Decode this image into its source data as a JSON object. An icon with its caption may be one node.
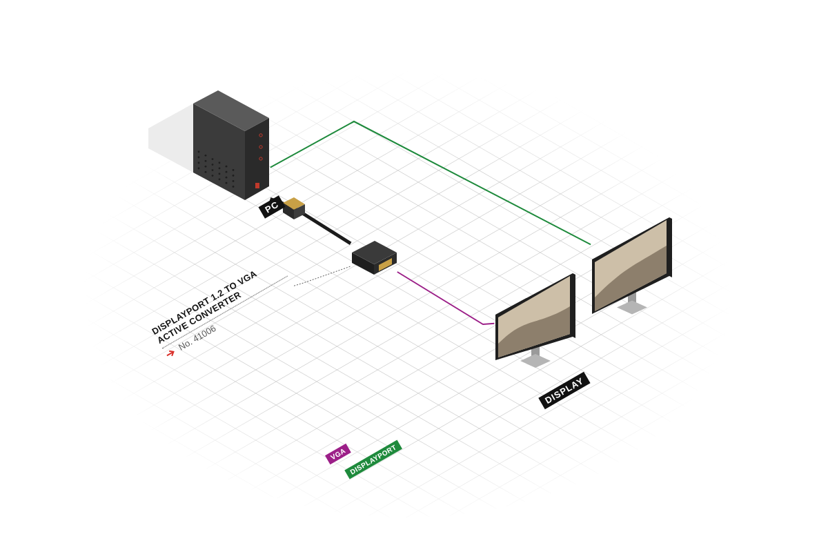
{
  "diagram": {
    "nodes": [
      {
        "text": [],
        "shape": "picture",
        "beside": [
          "PC"
        ]
      },
      {
        "text": [],
        "shape": "picture"
      },
      {
        "text": [],
        "shape": "picture",
        "beside": [
          "DISPLAY"
        ]
      },
      {
        "text": [],
        "shape": "picture"
      },
      {
        "text": [
          "DISPLAYPORT 1.2 TO VGA ACTIVE CONVERTER",
          "No. 41006"
        ]
      }
    ],
    "edges": [
      {
        "from": 0,
        "to": 3,
        "arrow": "none",
        "color": "#1e8a3c"
      },
      {
        "from": 0,
        "to": 1,
        "arrow": "none",
        "style": "thick",
        "color": "#1c1c1c"
      },
      {
        "from": 1,
        "to": 2,
        "arrow": "none",
        "color": "#9c1f88"
      },
      {
        "from": 4,
        "to": 1,
        "arrow": "none",
        "style": "dashed",
        "color": "#555555"
      }
    ],
    "legend": [
      {
        "text": "VGA",
        "color": "#9c1f88"
      },
      {
        "text": "DISPLAYPORT",
        "color": "#1e8a3c"
      }
    ]
  }
}
